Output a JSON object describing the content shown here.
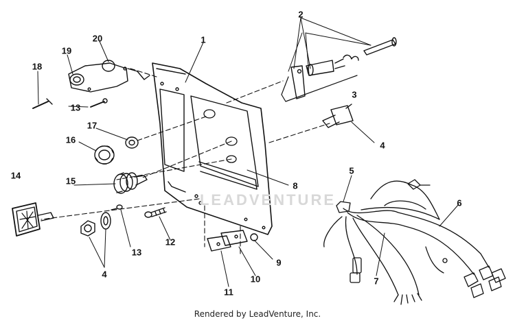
{
  "callouts": [
    {
      "id": "callout-1",
      "text": "1"
    },
    {
      "id": "callout-2",
      "text": "2"
    },
    {
      "id": "callout-3",
      "text": "3"
    },
    {
      "id": "callout-4-top",
      "text": "4"
    },
    {
      "id": "callout-4-bottom",
      "text": "4"
    },
    {
      "id": "callout-5",
      "text": "5"
    },
    {
      "id": "callout-6",
      "text": "6"
    },
    {
      "id": "callout-7",
      "text": "7"
    },
    {
      "id": "callout-8",
      "text": "8"
    },
    {
      "id": "callout-9",
      "text": "9"
    },
    {
      "id": "callout-10",
      "text": "10"
    },
    {
      "id": "callout-11",
      "text": "11"
    },
    {
      "id": "callout-12",
      "text": "12"
    },
    {
      "id": "callout-13-top",
      "text": "13"
    },
    {
      "id": "callout-13-bottom",
      "text": "13"
    },
    {
      "id": "callout-14",
      "text": "14"
    },
    {
      "id": "callout-15",
      "text": "15"
    },
    {
      "id": "callout-16",
      "text": "16"
    },
    {
      "id": "callout-17",
      "text": "17"
    },
    {
      "id": "callout-18",
      "text": "18"
    },
    {
      "id": "callout-19",
      "text": "19"
    },
    {
      "id": "callout-20",
      "text": "20"
    }
  ],
  "watermark": "LEADVENTURE",
  "footer": "Rendered by LeadVenture, Inc.",
  "colors": {
    "line": "#111111",
    "background": "#ffffff",
    "watermark": "#d8d8d8"
  }
}
